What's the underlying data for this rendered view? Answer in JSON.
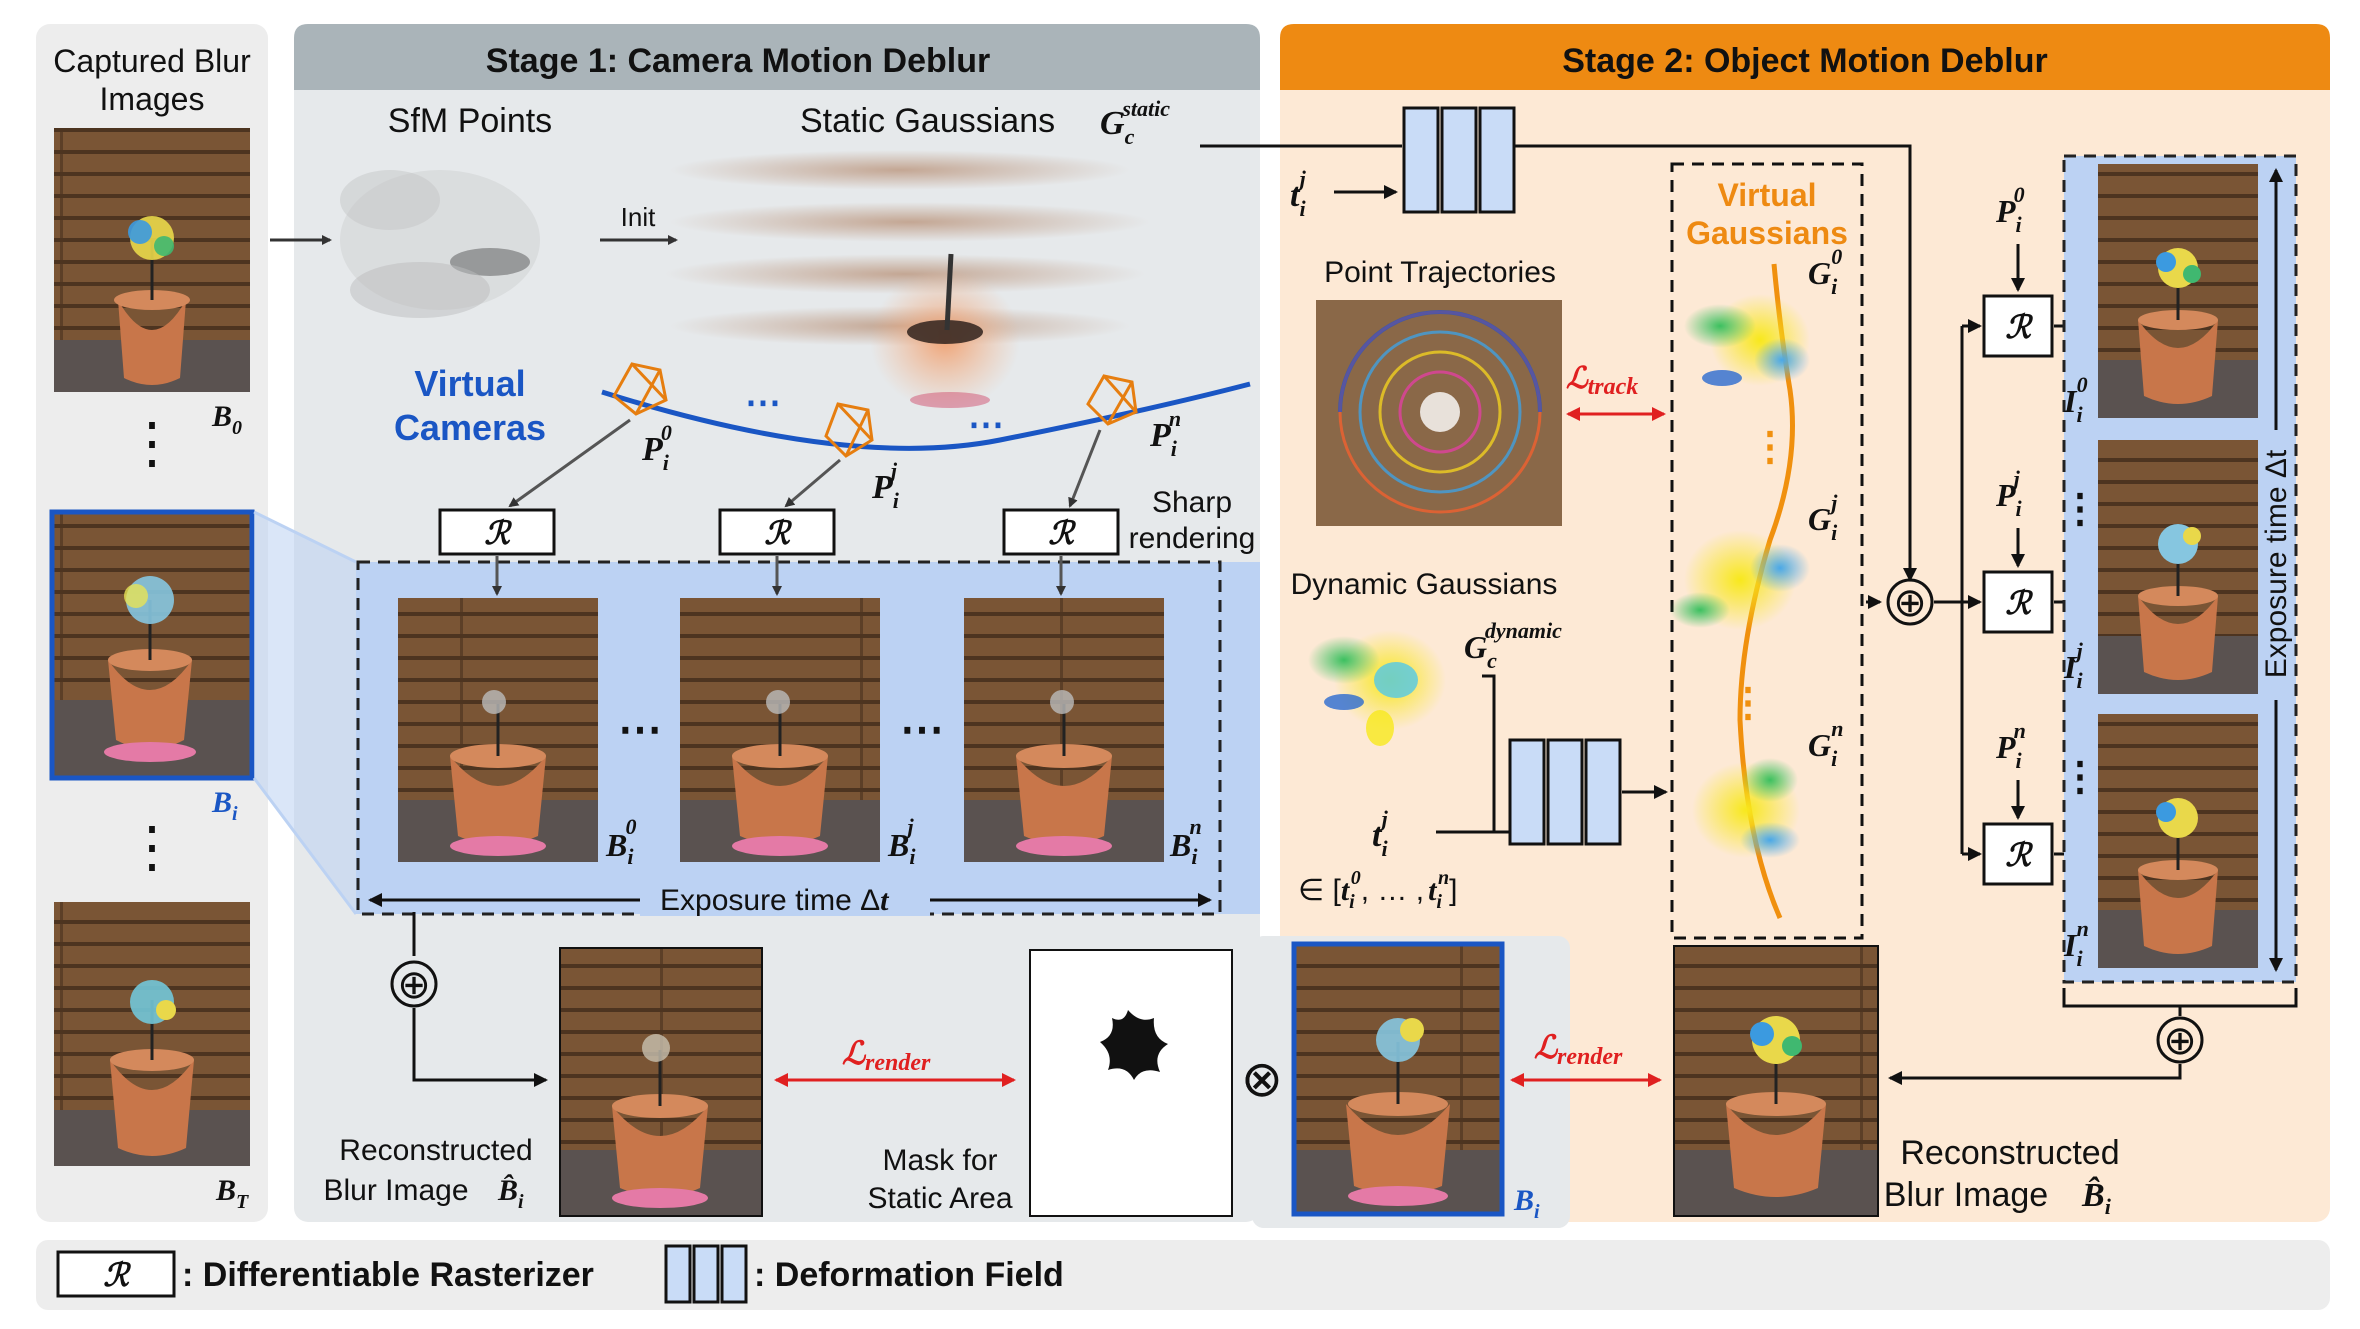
{
  "left_panel": {
    "title_line1": "Captured Blur",
    "title_line2": "Images",
    "label_b0": "B",
    "label_b0_sub": "0",
    "label_bi": "B",
    "label_bi_sub": "i",
    "label_bt": "B",
    "label_bt_sub": "T",
    "dots": "⋮"
  },
  "stage1": {
    "title": "Stage 1: Camera Motion Deblur",
    "sfm_label": "SfM Points",
    "static_label": "Static Gaussians",
    "static_symbol": "G",
    "static_sub": "c",
    "static_sup": "static",
    "init_label": "Init",
    "virtual_cameras_line1": "Virtual",
    "virtual_cameras_line2": "Cameras",
    "pose_p": "P",
    "pose_sub": "i",
    "pose_sup0": "0",
    "pose_supj": "j",
    "pose_supn": "n",
    "rasterizer_symbol": "ℛ",
    "sharp_line1": "Sharp",
    "sharp_line2": "rendering",
    "sharp_b": "B",
    "sharp_sub": "i",
    "ellipsis": "⋯",
    "exposure_label": "Exposure time Δ",
    "exposure_t": "t",
    "reconstructed_line1": "Reconstructed",
    "reconstructed_line2": "Blur Image",
    "reconstructed_symbol": "B̂",
    "reconstructed_sub": "i",
    "loss_symbol": "ℒ",
    "loss_render_sub": "render",
    "mask_line1": "Mask for",
    "mask_line2": "Static Area",
    "oplus": "⊕",
    "otimes": "⊗",
    "bi_label": "B",
    "bi_sub": "i"
  },
  "stage2": {
    "title": "Stage 2: Object Motion Deblur",
    "t_symbol": "t",
    "t_sup": "j",
    "t_sub": "i",
    "point_traj_label": "Point Trajectories",
    "loss_track_sub": "track",
    "virtual_gauss_line1": "Virtual",
    "virtual_gauss_line2": "Gaussians",
    "g_symbol": "G",
    "g_sub": "i",
    "g_sup0": "0",
    "g_supj": "j",
    "g_supn": "n",
    "dynamic_label": "Dynamic Gaussians",
    "dynamic_sub": "c",
    "dynamic_sup": "dynamic",
    "range_prefix": "∈ [",
    "range_mid": ", … ,",
    "range_suffix": "]",
    "t0_sup": "0",
    "tn_sup": "n",
    "i_symbol": "I",
    "exposure_vertical": "Exposure time Δt",
    "reconstructed_line1": "Reconstructed",
    "reconstructed_line2": "Blur Image"
  },
  "legend": {
    "rasterizer_symbol": "ℛ",
    "rasterizer_label": ": Differentiable Rasterizer",
    "deformation_label": ": Deformation Field"
  },
  "colors": {
    "stage1_header": "#aab4b9",
    "stage1_bg": "#e6e9eb",
    "stage2_header": "#ee8a12",
    "stage2_bg": "#fde9d5",
    "blue_panel": "#bcd2f3",
    "blue_text": "#1a56c4",
    "orange_text": "#ee8a12",
    "loss_red": "#e02020",
    "trajectory_orange": "#f0900e"
  }
}
